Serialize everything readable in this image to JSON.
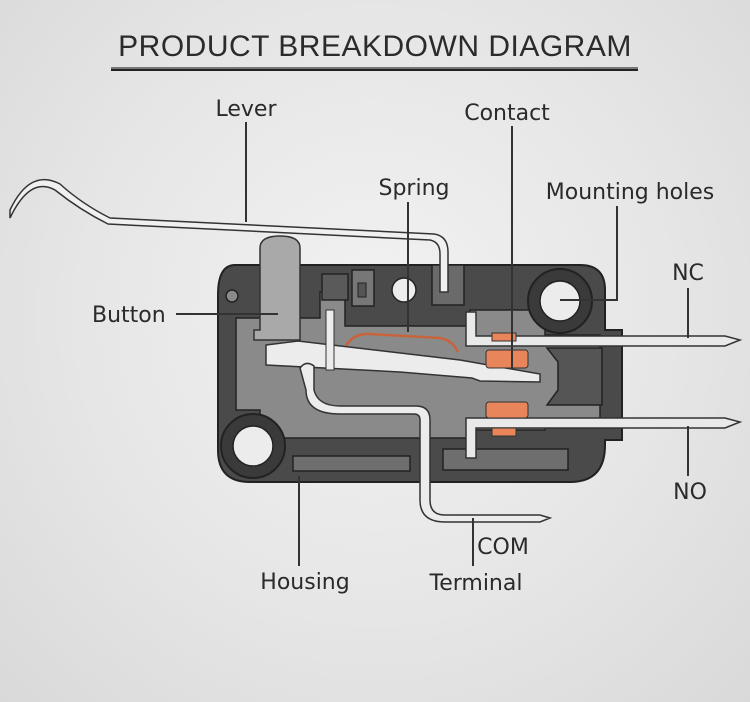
{
  "title": "PRODUCT BREAKDOWN DIAGRAM",
  "labels": {
    "lever": "Lever",
    "contact": "Contact",
    "spring": "Spring",
    "mounting_holes": "Mounting holes",
    "button": "Button",
    "nc": "NC",
    "no": "NO",
    "housing": "Housing",
    "com": "COM",
    "terminal": "Terminal"
  },
  "colors": {
    "housing_dark": "#4a4a4a",
    "housing_mid": "#6e6e6e",
    "interior": "#8a8a8a",
    "metal": "#e9e9e9",
    "contact_copper": "#e8855a",
    "spring_copper": "#c8643c"
  }
}
